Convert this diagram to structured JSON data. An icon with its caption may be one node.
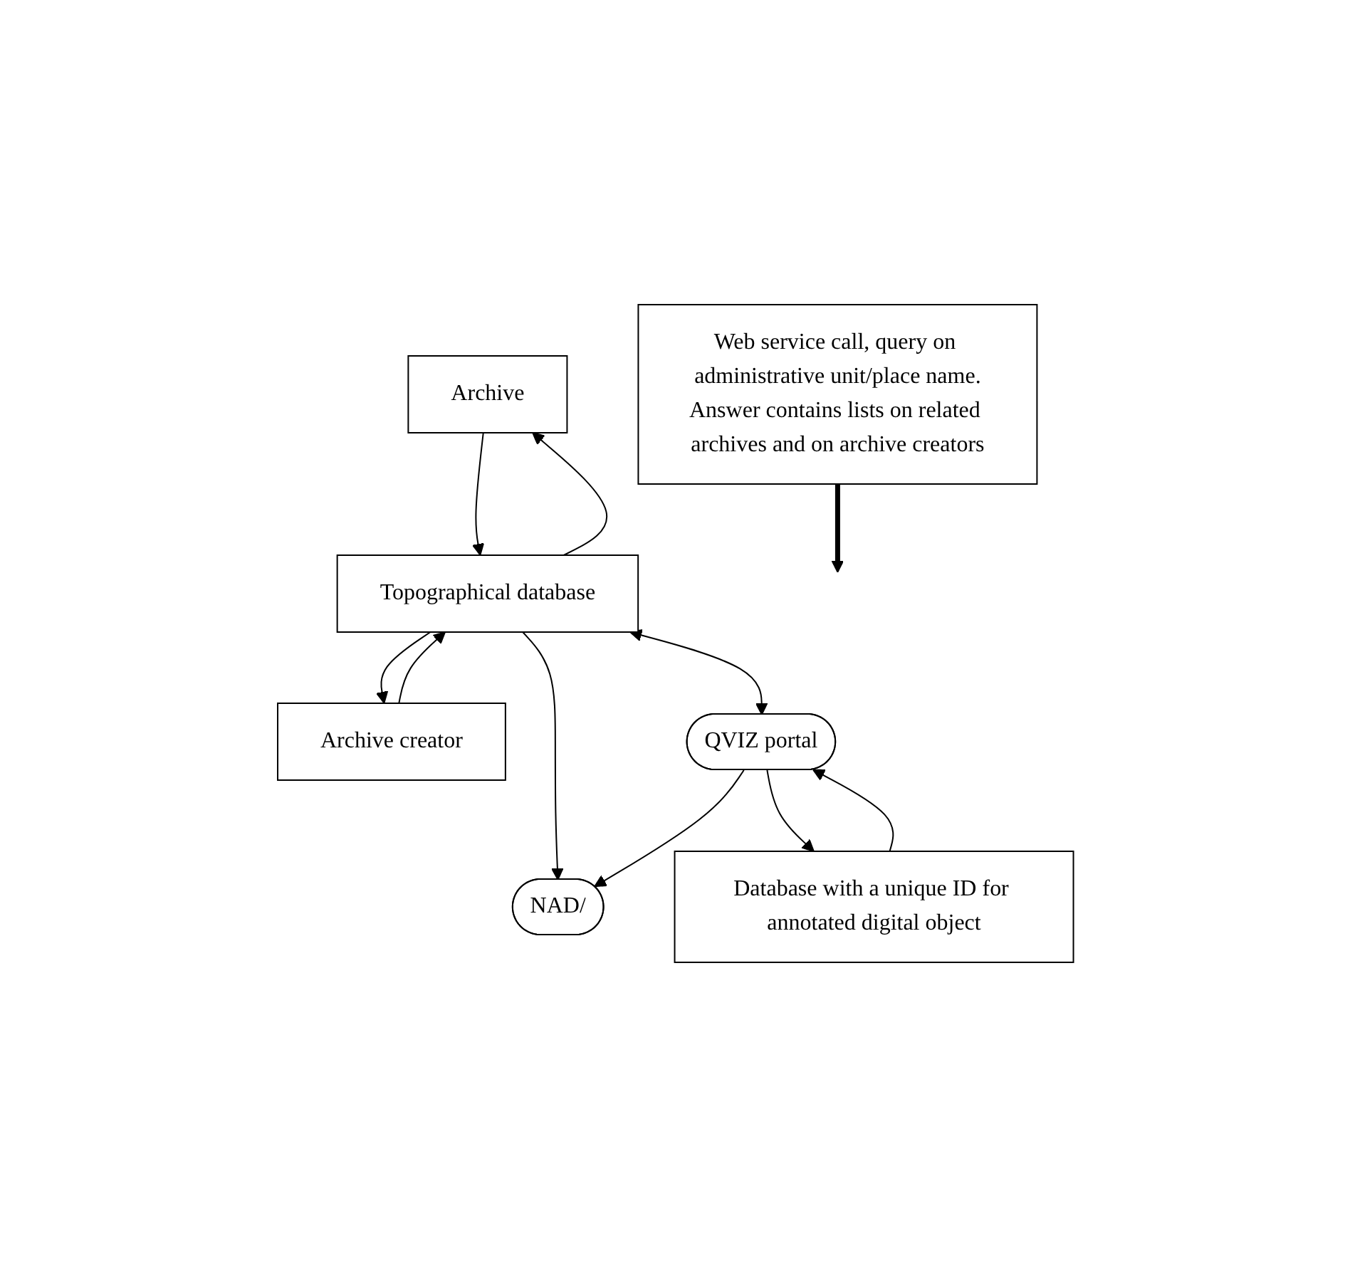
{
  "diagram": {
    "nodes": [
      {
        "text": [
          "Archive"
        ]
      },
      {
        "text": [
          "Topographical database"
        ]
      },
      {
        "text": [
          "Archive creator"
        ]
      },
      {
        "text": [
          "NAD/"
        ]
      },
      {
        "text": [
          "Web service call, query on administrative unit/place name.",
          "Answer contains lists on related archives and on archive creators"
        ]
      },
      {
        "text": [
          "QVIZ portal"
        ]
      },
      {
        "text": [
          "Database with a unique ID for annotated digital object"
        ]
      }
    ],
    "edges": [
      {
        "from": 0,
        "to": 1,
        "arrow": "to"
      },
      {
        "from": 1,
        "to": 0,
        "arrow": "to"
      },
      {
        "from": 2,
        "to": 1,
        "arrow": "to"
      },
      {
        "from": 1,
        "to": 2,
        "arrow": "to"
      },
      {
        "from": 1,
        "to": 3,
        "arrow": "to"
      },
      {
        "from": 1,
        "to": 5,
        "arrow": "both"
      },
      {
        "from": 5,
        "to": 3,
        "arrow": "to"
      },
      {
        "from": 4,
        "to": null,
        "arrow": "to",
        "style": "thick"
      },
      {
        "from": 5,
        "to": 6,
        "arrow": "to"
      },
      {
        "from": 6,
        "to": 5,
        "arrow": "to"
      }
    ]
  }
}
